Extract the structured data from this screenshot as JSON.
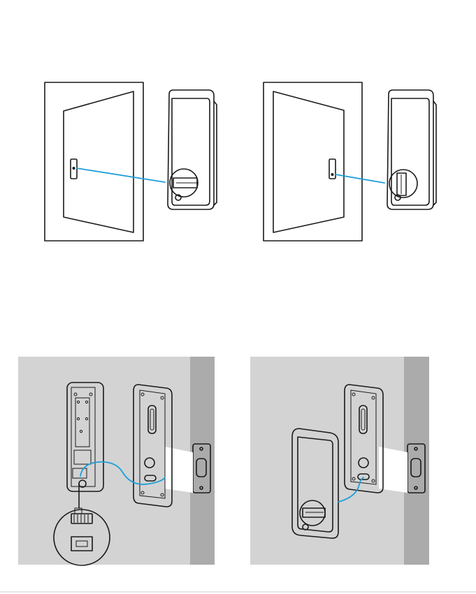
{
  "diagrams": [
    {
      "name": "left-door-alignment",
      "has_text": false
    },
    {
      "name": "right-door-alignment",
      "has_text": false
    },
    {
      "name": "wiring-connect-cable",
      "has_text": false
    },
    {
      "name": "wiring-mount-front-panel",
      "has_text": false
    }
  ],
  "colors": {
    "line": "#1a1a1a",
    "cable": "#1e9fd8",
    "wall": "#d3d3d3",
    "wall_side": "#aaaaaa"
  },
  "icons": [
    "door-icon",
    "lock-front-panel-icon",
    "lock-back-plate-icon",
    "strike-plate-icon",
    "connector-zoom-icon"
  ]
}
